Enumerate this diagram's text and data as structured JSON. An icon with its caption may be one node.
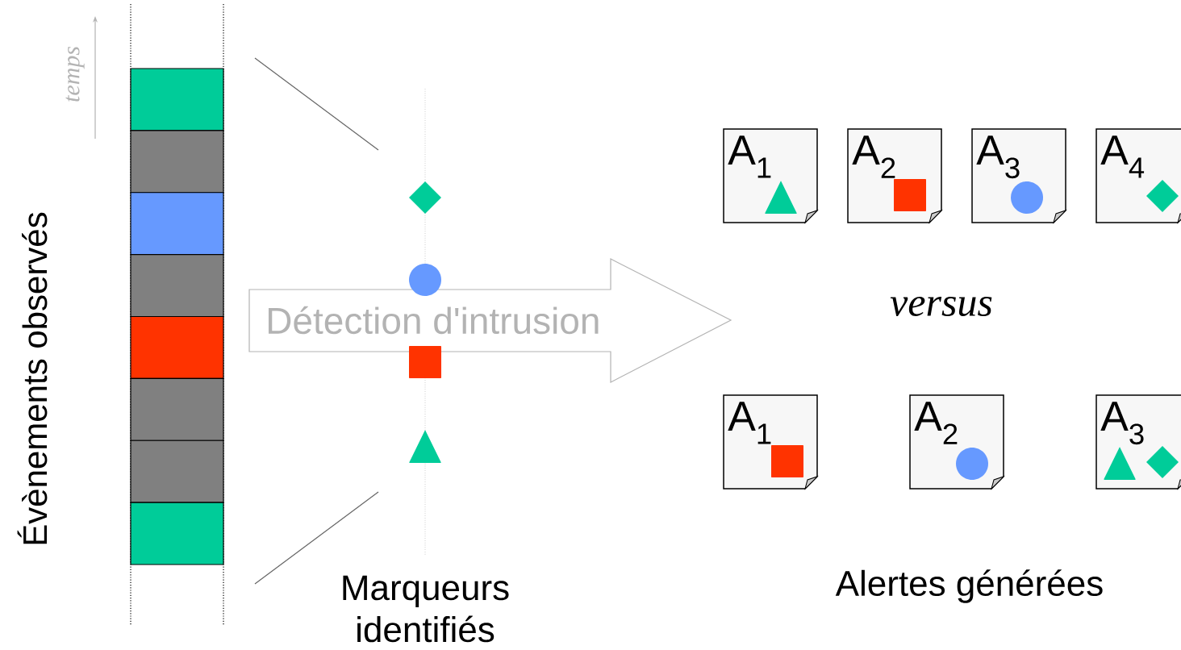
{
  "diagram": {
    "nodes": [
      {
        "text": [
          "Détection d'intrusion"
        ]
      },
      {
        "text": [
          "A$_{1}$"
        ]
      },
      {
        "text": [
          "A$_{2}$"
        ]
      },
      {
        "text": [
          "A$_{3}$"
        ]
      },
      {
        "text": [
          "A$_{4}$"
        ]
      },
      {
        "text": [
          "A$_{1}$"
        ]
      },
      {
        "text": [
          "A$_{2}$"
        ]
      },
      {
        "text": [
          "A$_{3}$"
        ]
      }
    ],
    "labels": [
      "temps",
      "Évènements observés",
      "versus",
      "Marqueurs identifiés",
      "Alertes générées"
    ]
  }
}
